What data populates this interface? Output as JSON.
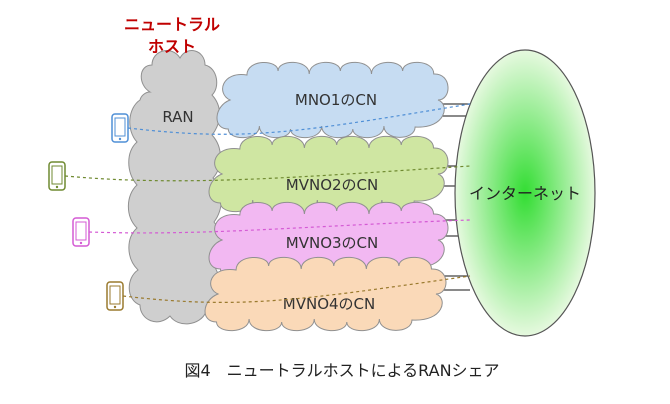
{
  "host_label": {
    "line1": "ニュートラル",
    "line2": "ホスト",
    "color": "#c00000"
  },
  "ran_label": "RAN",
  "internet_label": "インターネット",
  "caption": "図4　ニュートラルホストによるRANシェア",
  "networks": [
    {
      "label": "MNO1のCN",
      "fill": "#c6dcf2",
      "phone_color": "#4f8fd6"
    },
    {
      "label": "MVNO2のCN",
      "fill": "#cfe6a2",
      "phone_color": "#6f8a30"
    },
    {
      "label": "MVNO3のCN",
      "fill": "#f2b8f2",
      "phone_color": "#d45ad4"
    },
    {
      "label": "MVNO4のCN",
      "fill": "#fad9b8",
      "phone_color": "#9a7a2e"
    }
  ],
  "colors": {
    "ran_fill": "#cfcfcf",
    "cloud_stroke": "#909090",
    "internet_center": "#33dd33",
    "internet_edge": "#e6f9df"
  }
}
